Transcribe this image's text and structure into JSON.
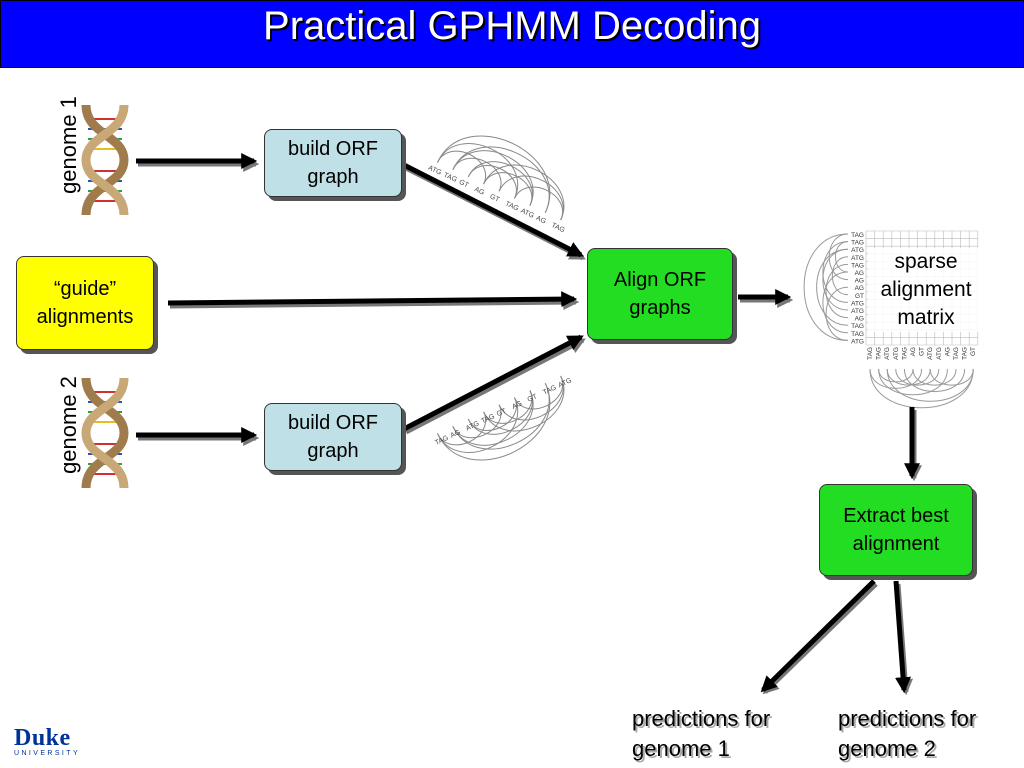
{
  "title": "Practical GPHMM Decoding",
  "nodes": {
    "build_orf_1": "build ORF\ngraph",
    "build_orf_2": "build ORF\ngraph",
    "guide": "“guide”\nalignments",
    "align": "Align ORF\ngraphs",
    "extract": "Extract best\nalignment"
  },
  "labels": {
    "genome1": "genome 1",
    "genome2": "genome 2",
    "sparse": "sparse\nalignment\nmatrix",
    "pred1_line1": "predictions for",
    "pred1_line2": "genome 1",
    "pred2_line1": "predictions for",
    "pred2_line2": "genome 2"
  },
  "orf_graph_1": [
    "ATG",
    "TAG",
    "GT",
    "AG",
    "GT",
    "TAG",
    "ATG",
    "AG",
    "TAG"
  ],
  "orf_graph_2": [
    "TAG",
    "AG",
    "ATG",
    "TAG",
    "GT",
    "AG",
    "GT",
    "TAG",
    "ATG"
  ],
  "matrix_rows": [
    "TAG",
    "TAG",
    "ATG",
    "ATG",
    "TAG",
    "AG",
    "AG",
    "AG",
    "GT",
    "ATG",
    "ATG",
    "AG",
    "TAG",
    "TAG",
    "ATG"
  ],
  "matrix_cols": [
    "TAG",
    "TAG",
    "ATG",
    "ATG",
    "TAG",
    "AG",
    "GT",
    "ATG",
    "ATG",
    "AG",
    "TAG",
    "TAG",
    "GT"
  ],
  "logo": {
    "name": "Duke",
    "sub": "UNIVERSITY"
  },
  "colors": {
    "title_bg": "#0000ff",
    "build_box": "#bfe0e6",
    "guide_box": "#ffff00",
    "green_box": "#22dd22"
  }
}
